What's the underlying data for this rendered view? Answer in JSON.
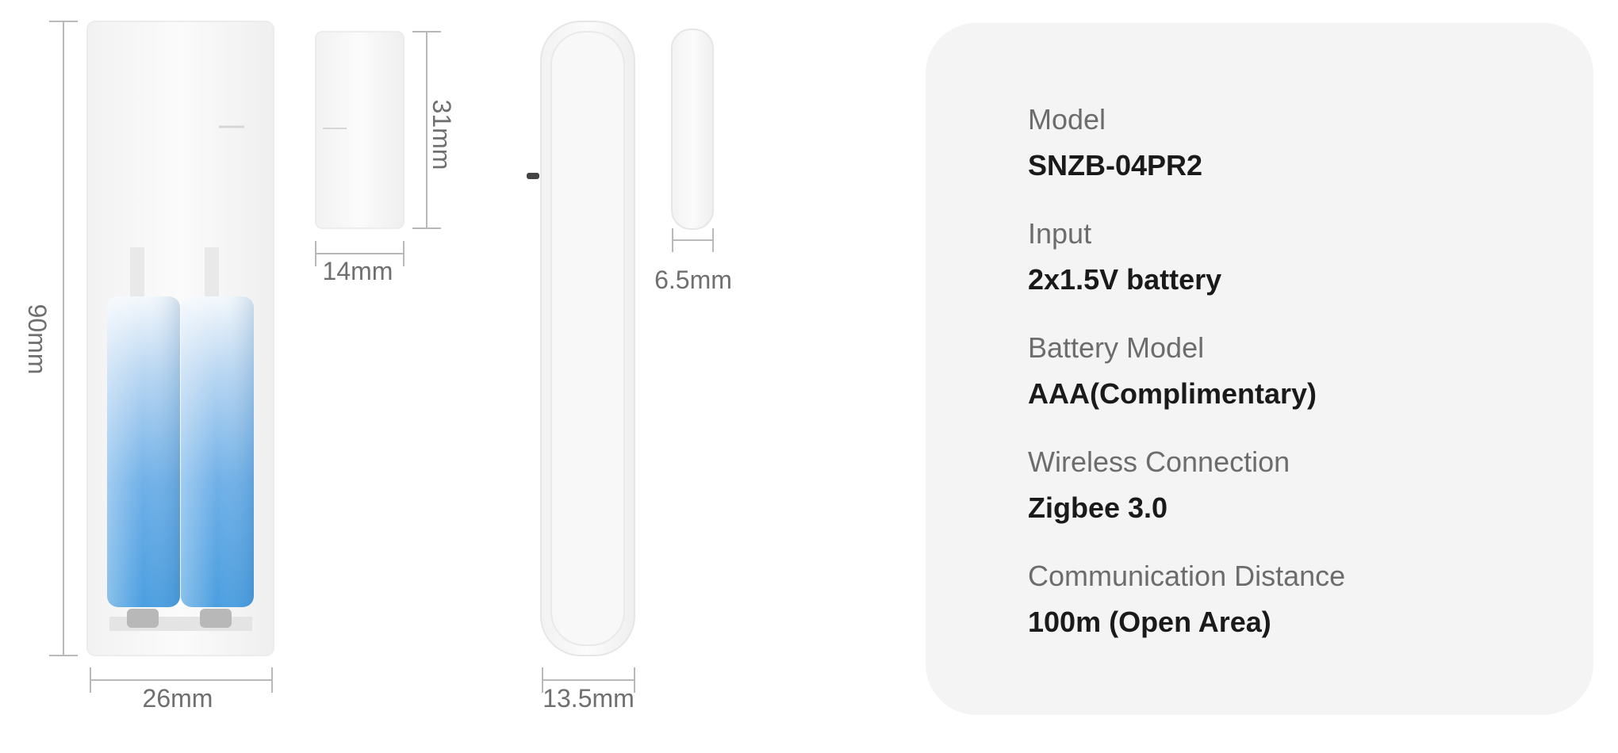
{
  "dimensions": {
    "height_main": "90mm",
    "width_main": "26mm",
    "height_magnet": "31mm",
    "width_magnet": "14mm",
    "depth_main": "13.5mm",
    "depth_magnet": "6.5mm"
  },
  "specs": [
    {
      "label": "Model",
      "value": "SNZB-04PR2"
    },
    {
      "label": "Input",
      "value": "2x1.5V battery"
    },
    {
      "label": "Battery Model",
      "value": "AAA(Complimentary)"
    },
    {
      "label": "Wireless Connection",
      "value": "Zigbee 3.0"
    },
    {
      "label": "Communication Distance",
      "value": "100m (Open Area)"
    }
  ],
  "colors": {
    "card_background": "#f4f4f4",
    "battery_blue": "#4a9ee0",
    "device_white": "#fbfbfb"
  }
}
